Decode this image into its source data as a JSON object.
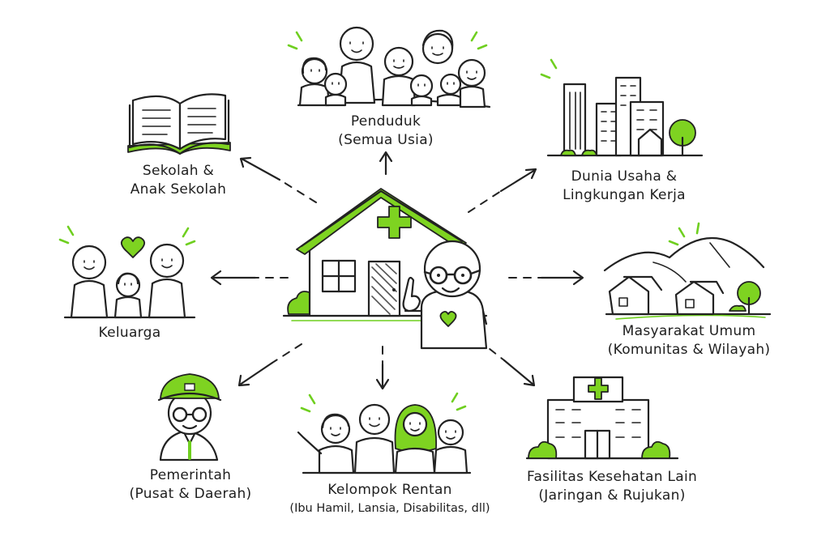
{
  "center": {
    "name": "puskesmas-center-figure"
  },
  "nodes": [
    {
      "id": "penduduk",
      "line1": "Penduduk",
      "line2": "(Semua Usia)"
    },
    {
      "id": "sekolah",
      "line1": "Sekolah &",
      "line2": "Anak Sekolah"
    },
    {
      "id": "dunia_usaha",
      "line1": "Dunia Usaha &",
      "line2": "Lingkungan Kerja"
    },
    {
      "id": "keluarga",
      "line1": "Keluarga",
      "line2": ""
    },
    {
      "id": "masyarakat",
      "line1": "Masyarakat Umum",
      "line2": "(Komunitas & Wilayah)"
    },
    {
      "id": "pemerintah",
      "line1": "Pemerintah",
      "line2": "(Pusat & Daerah)"
    },
    {
      "id": "kelompok_rentan",
      "line1": "Kelompok Rentan",
      "line2": "(Ibu Hamil, Lansia, Disabilitas, dll)"
    },
    {
      "id": "fasilitas",
      "line1": "Fasilitas Kesehatan Lain",
      "line2": "(Jaringan & Rujukan)"
    }
  ],
  "colors": {
    "accent": "#7ed321",
    "ink": "#222222",
    "background": "#ffffff"
  }
}
